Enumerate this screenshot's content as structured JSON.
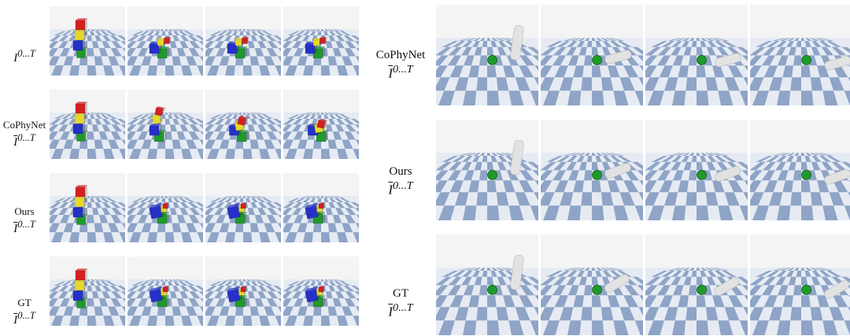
{
  "left_panel": {
    "rows": [
      {
        "name": "",
        "symbol": "I",
        "superscript": "0...T",
        "overline": false,
        "scene": "input"
      },
      {
        "name": "CoPhyNet",
        "symbol": "I",
        "superscript": "0...T",
        "overline": true,
        "scene": "cophynet"
      },
      {
        "name": "Ours",
        "symbol": "I",
        "superscript": "0...T",
        "overline": true,
        "scene": "ours"
      },
      {
        "name": "GT",
        "symbol": "I",
        "superscript": "0...T",
        "overline": true,
        "scene": "gt"
      }
    ]
  },
  "right_panel": {
    "rows": [
      {
        "name": "CoPhyNet",
        "symbol": "I",
        "superscript": "0...T",
        "overline": true,
        "scene": "cophynet"
      },
      {
        "name": "Ours",
        "symbol": "I",
        "superscript": "0...T",
        "overline": true,
        "scene": "ours"
      },
      {
        "name": "GT",
        "symbol": "I",
        "superscript": "0...T",
        "overline": true,
        "scene": "gt"
      }
    ]
  },
  "colors": {
    "floor_light": "#e6ebf3",
    "floor_dark": "#8fa4c6",
    "sky": "#f4f4f4",
    "red": "#d42020",
    "yellow": "#e6d82a",
    "blue": "#2430c8",
    "green": "#1f9a2a",
    "white_obj": "#e2e2e2"
  }
}
